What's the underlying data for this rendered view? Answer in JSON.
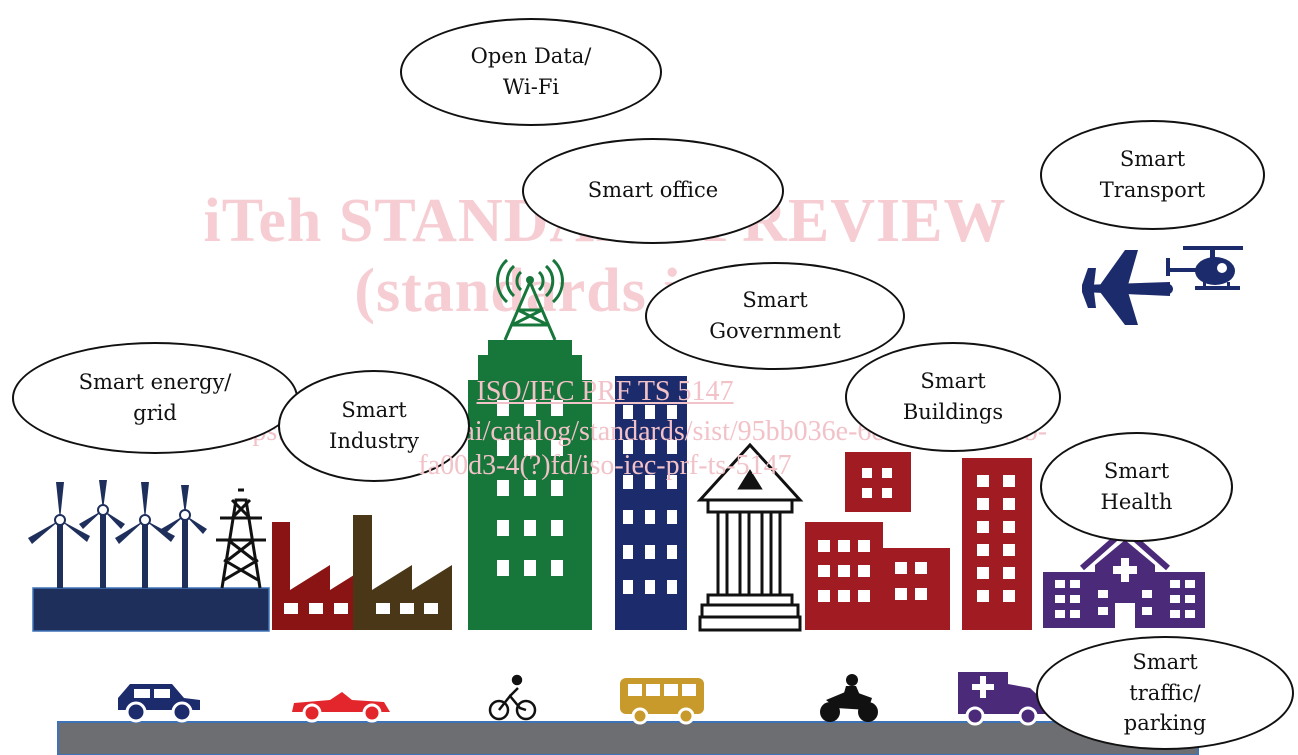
{
  "watermark": {
    "line1": "iTeh STANDARD PREVIEW",
    "line2": "(standards.iteh.ai)",
    "line3": "ISO/IEC PRF TS 5147",
    "line4": "https://standards.iteh.ai/catalog/standards/sist/95bb036e-6ccb-41eb-a69b-",
    "line5": "fa00d3-4(?)fd/iso-iec-prf-ts-5147"
  },
  "bubbles": {
    "open_data": [
      "Open Data/",
      "Wi-Fi"
    ],
    "smart_office": [
      "Smart office"
    ],
    "smart_transport": [
      "Smart",
      "Transport"
    ],
    "smart_government": [
      "Smart",
      "Government"
    ],
    "smart_energy": [
      "Smart energy/",
      "grid"
    ],
    "smart_industry": [
      "Smart",
      "Industry"
    ],
    "smart_buildings": [
      "Smart",
      "Buildings"
    ],
    "smart_health": [
      "Smart",
      "Health"
    ],
    "smart_traffic": [
      "Smart",
      "traffic/",
      "parking"
    ]
  },
  "colors": {
    "energy": "#1f2f5c",
    "factory_red": "#8a1414",
    "factory_brown": "#4a3718",
    "office_green": "#17763a",
    "gov_navy": "#1c2b6b",
    "buildings_red": "#a01c22",
    "health_purple": "#4b2a7a",
    "plane_navy": "#1c2b6b",
    "car_blue": "#1c2b6b",
    "car_red": "#e3262b",
    "bus_gold": "#c8992b",
    "road_gray": "#6d6e71"
  },
  "icons": [
    "wind-turbine-icon",
    "power-pylon-icon",
    "factory-icon",
    "tower-antenna-icon",
    "government-building-icon",
    "hospital-icon",
    "airplane-icon",
    "helicopter-icon",
    "car-icon",
    "convertible-icon",
    "bicycle-icon",
    "bus-icon",
    "motorcycle-icon",
    "ambulance-icon"
  ]
}
